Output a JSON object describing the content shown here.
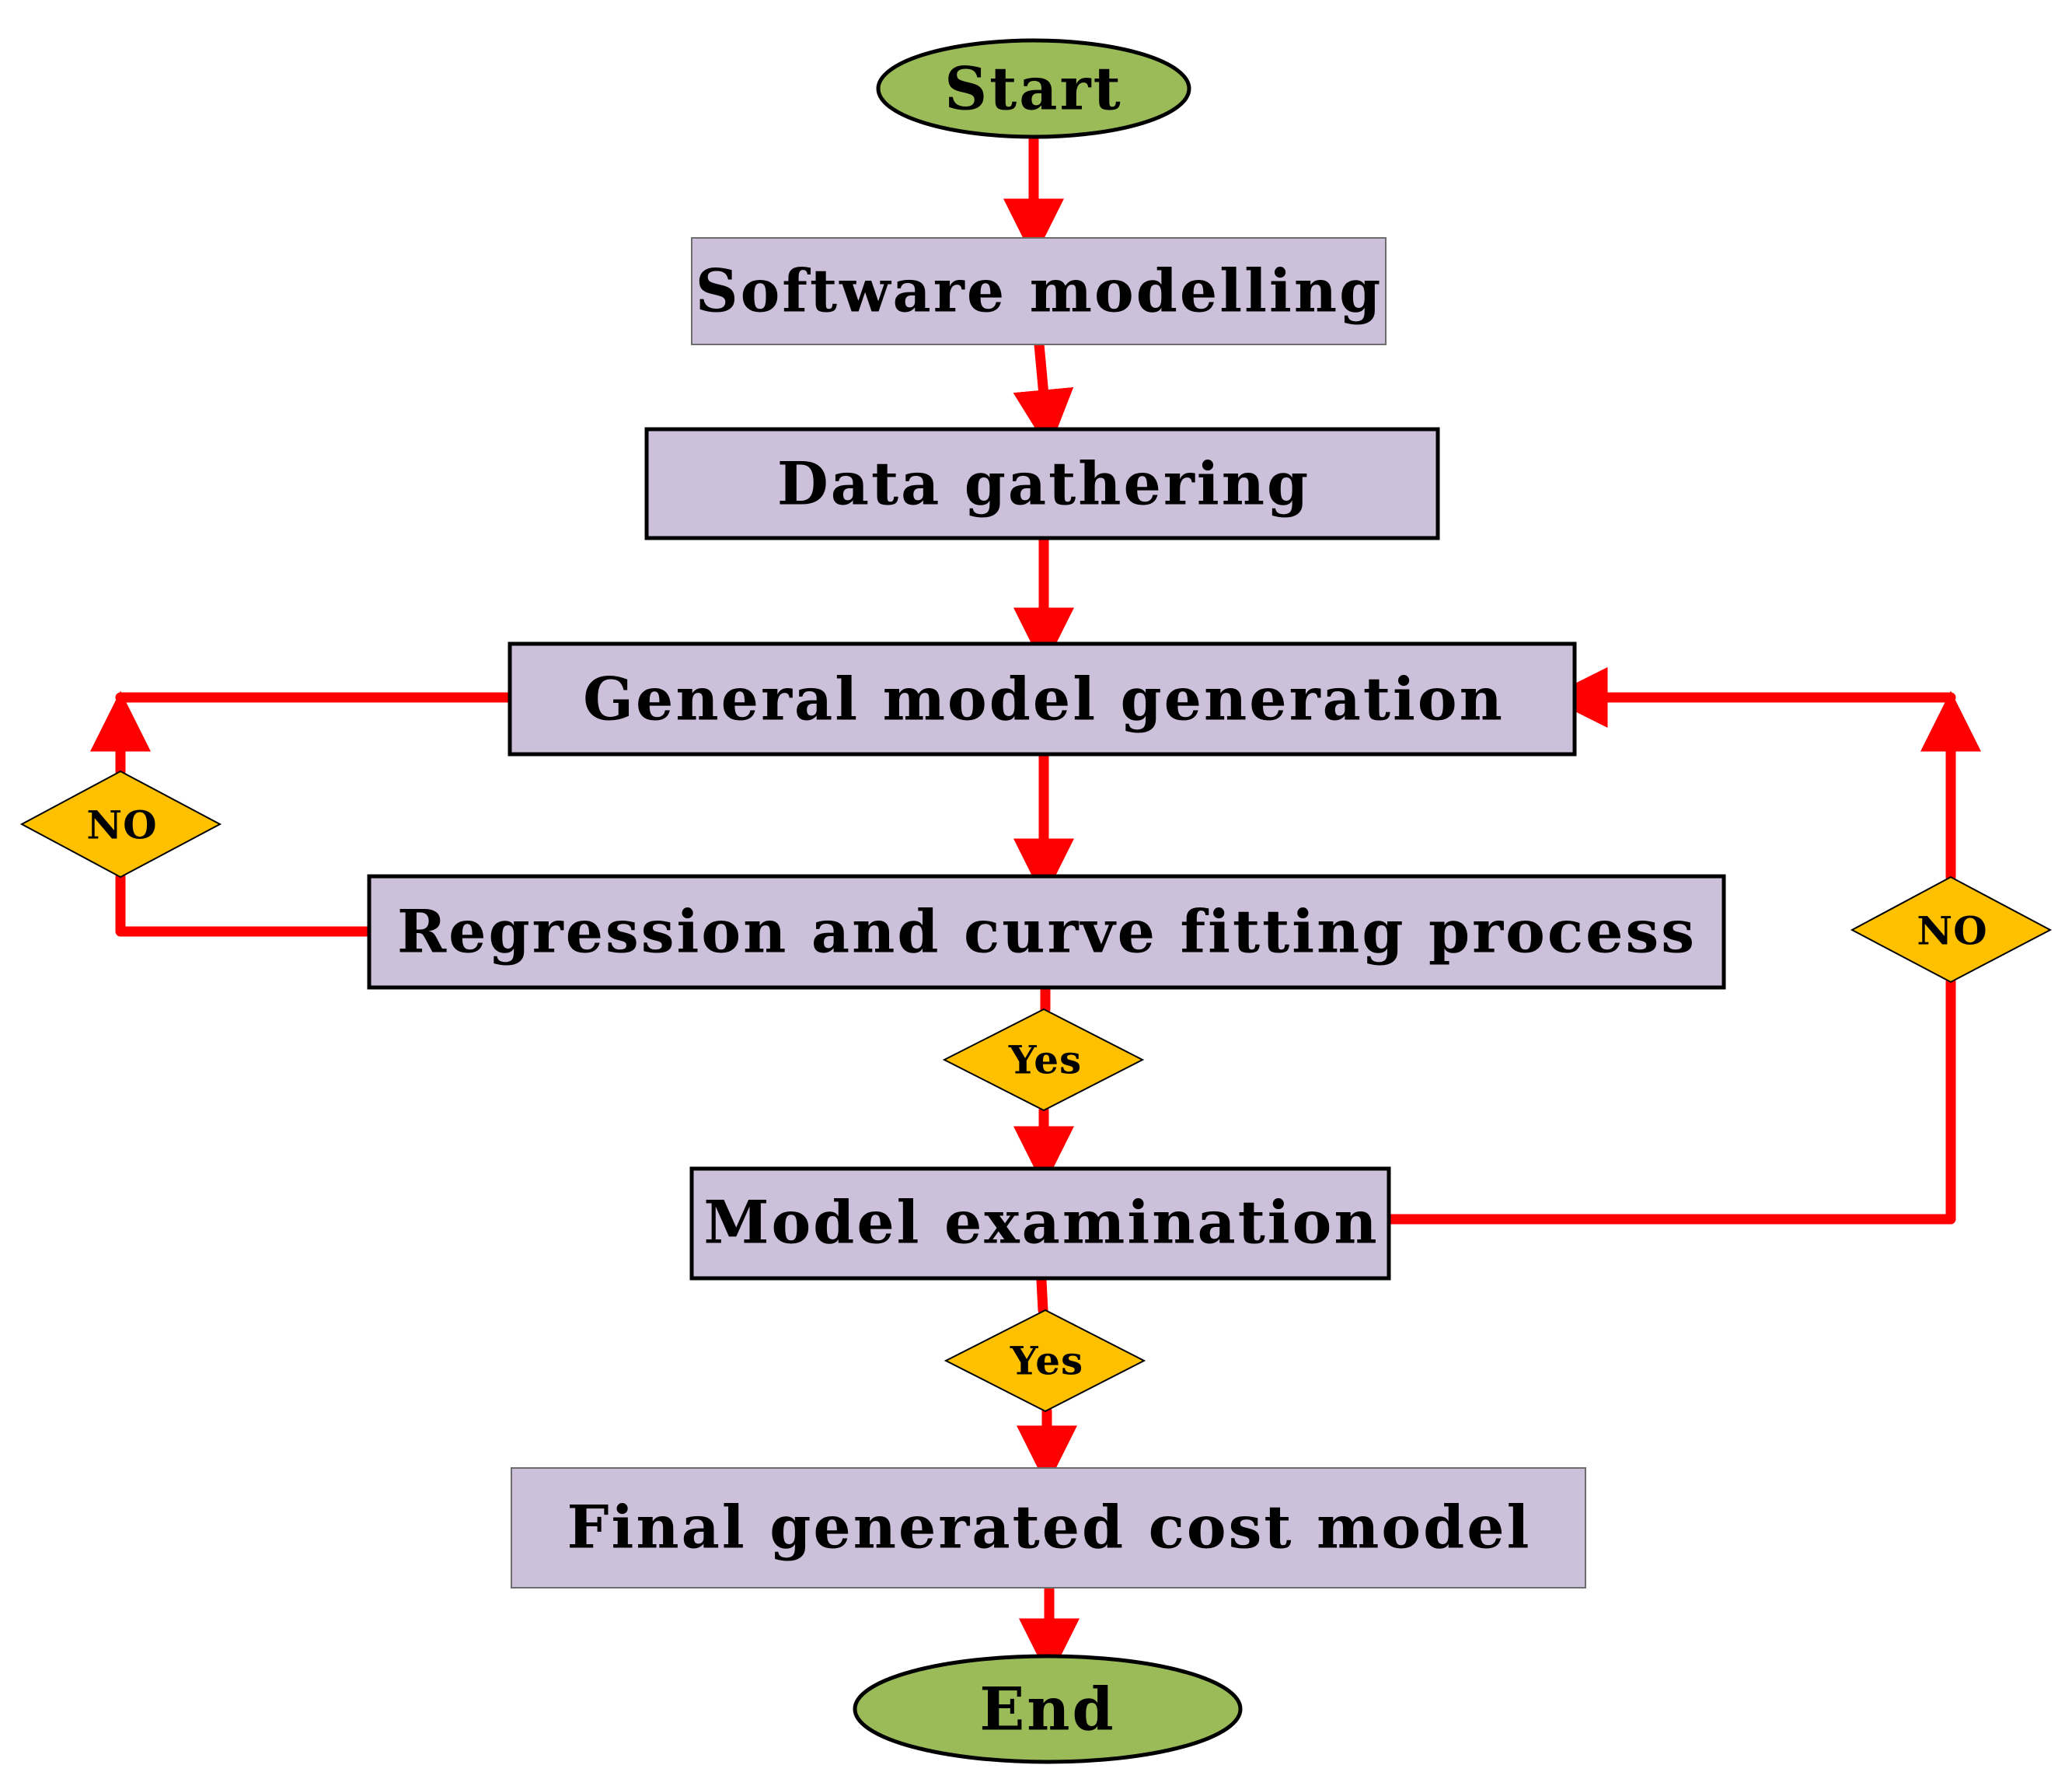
{
  "nodes": {
    "start": "Start",
    "software_modelling": "Software modelling",
    "data_gathering": "Data gathering",
    "general_model_generation": "General model generation",
    "regression_curve_fitting": "Regression and curve fitting process",
    "decision_left": "NO",
    "decision_right": "NO",
    "decision_yes_1": "Yes",
    "model_examination": "Model examination",
    "decision_yes_2": "Yes",
    "final_cost_model": "Final generated cost model",
    "end": "End"
  },
  "colors": {
    "terminal_fill": "#9bbb59",
    "process_fill": "#ccc0da",
    "decision_fill": "#ffc000",
    "connector": "#ff0000",
    "outline": "#000000"
  }
}
